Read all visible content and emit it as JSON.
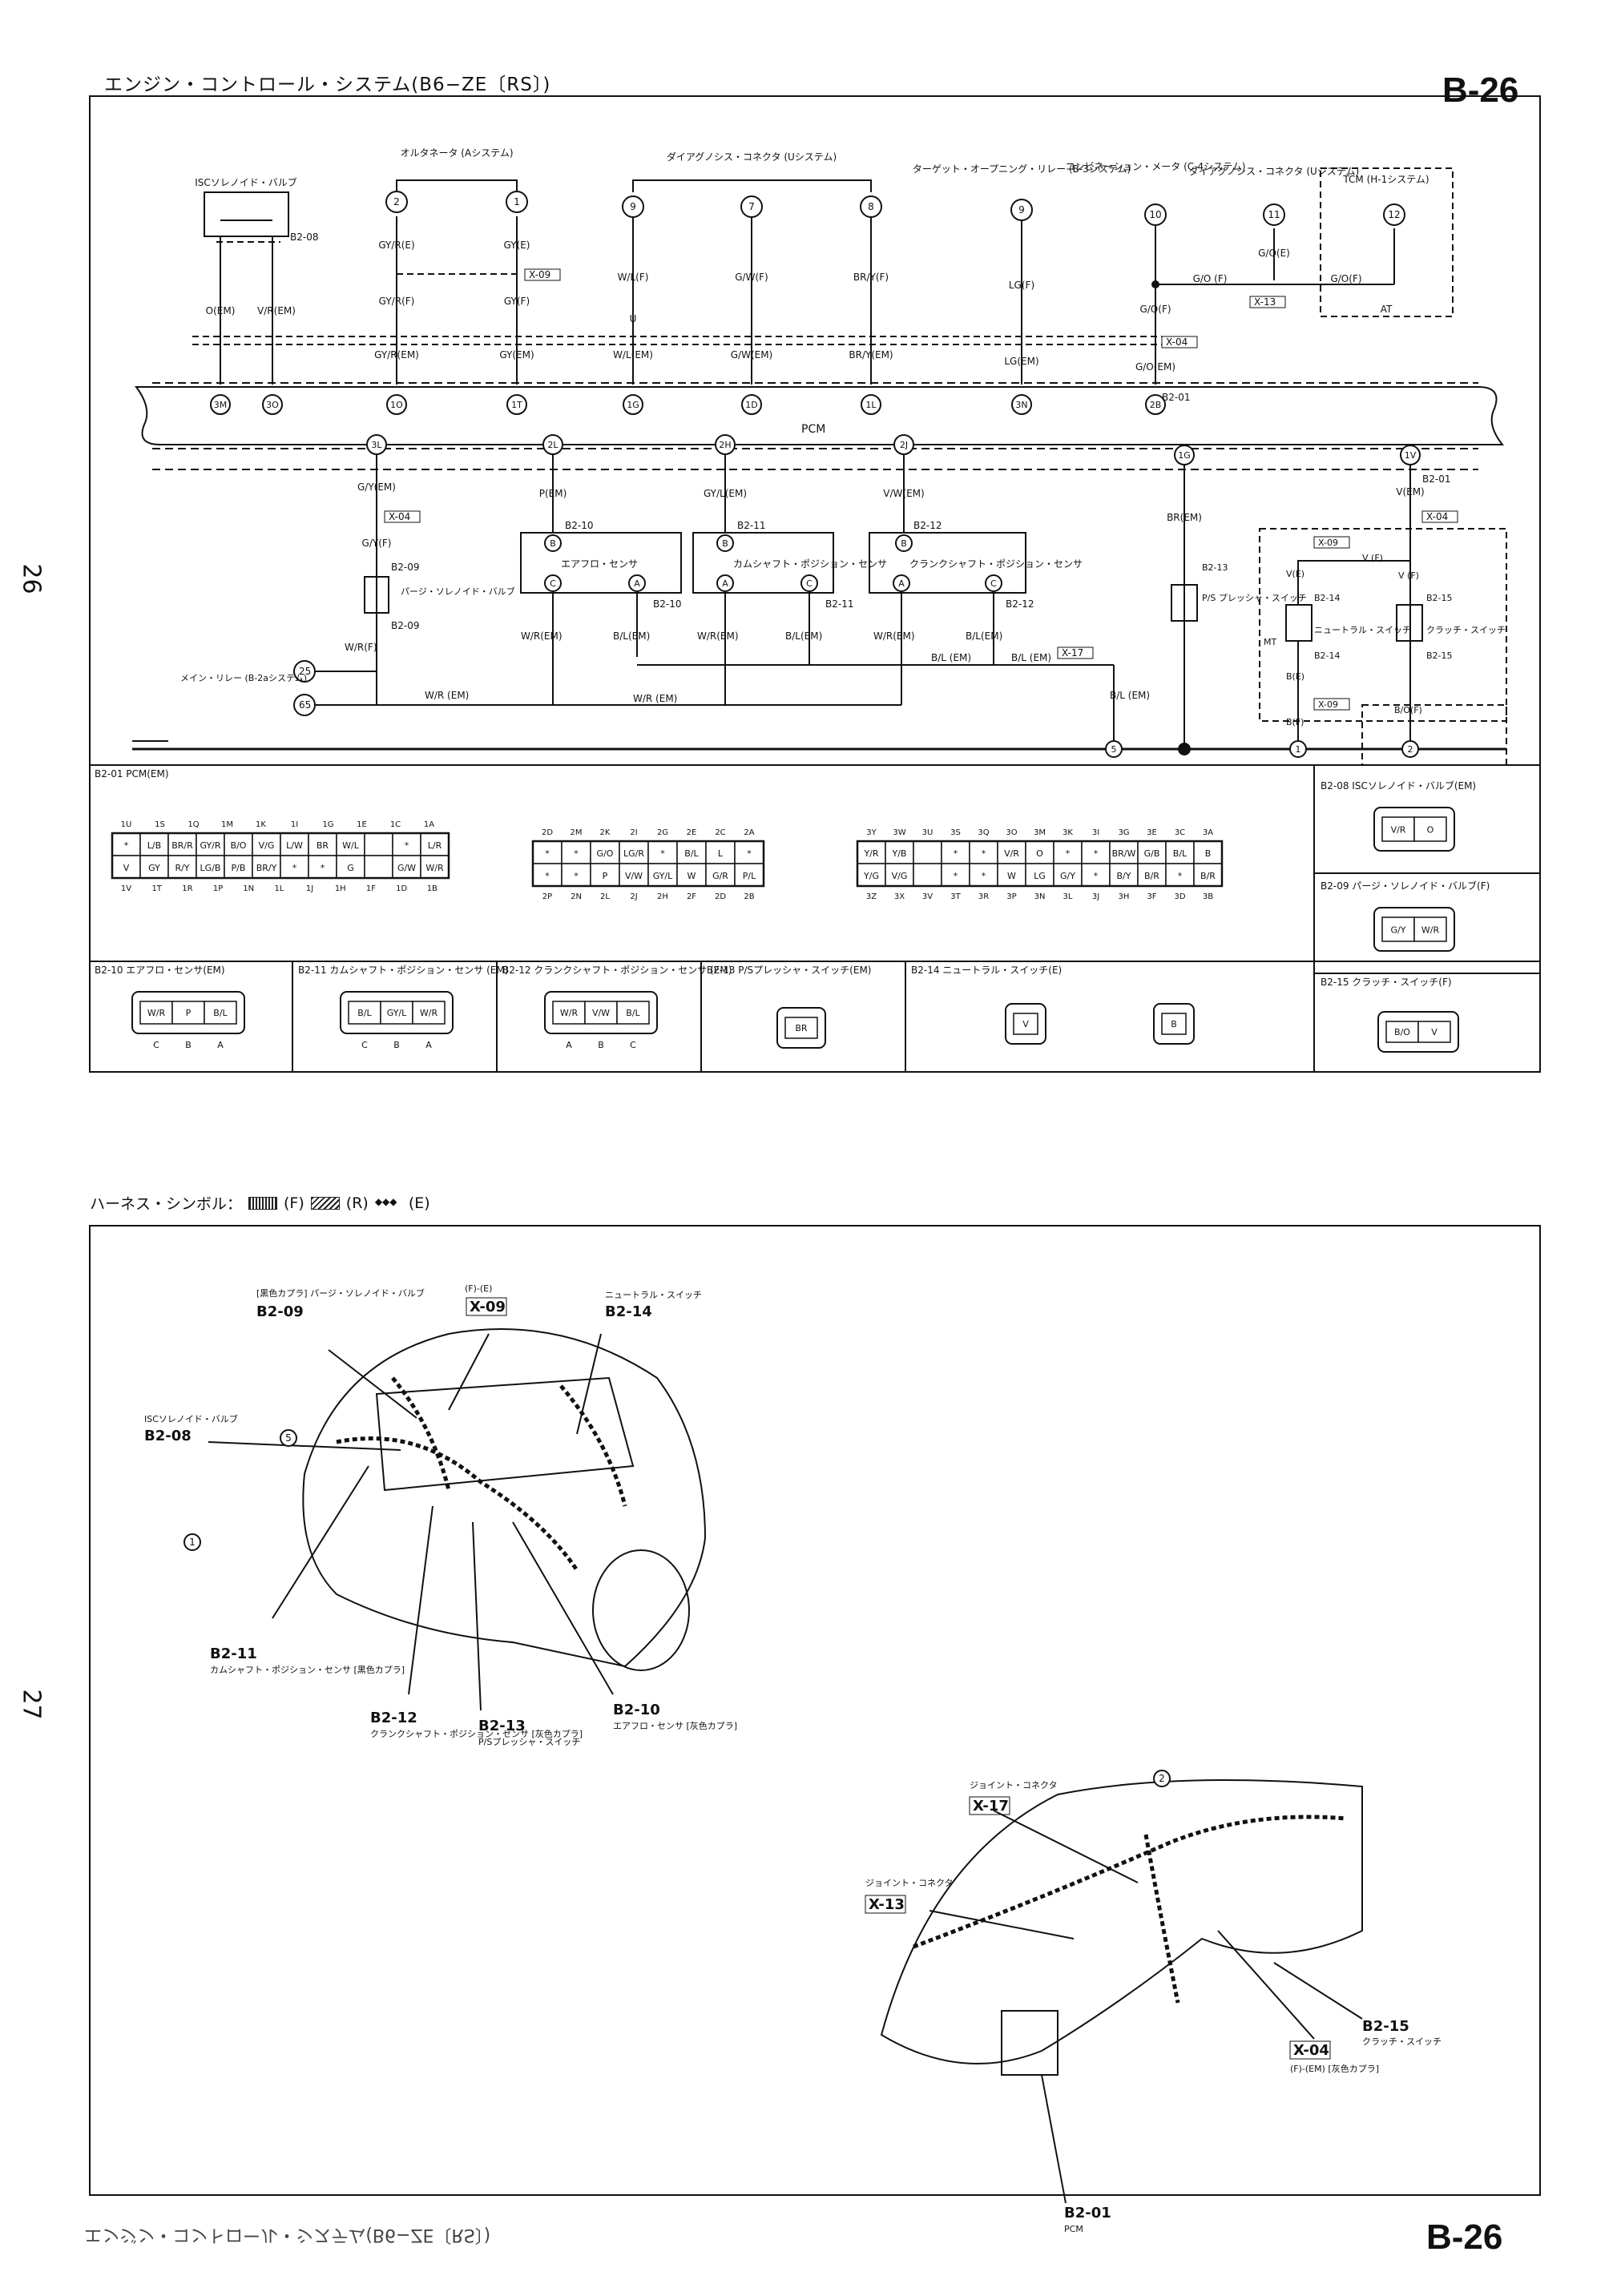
{
  "header": {
    "title": "エンジン・コントロール・システム(B6−ZE〔RS〕)",
    "page_id_top": "B-26",
    "page_id_bottom": "B-26",
    "page_num_top": "26",
    "page_num_bottom": "27",
    "mirrored_footer": "エンジン・コントロール・システム(B6−ZE〔RS〕)"
  },
  "schematic": {
    "pcm_label": "PCM",
    "top_components": [
      {
        "id": "isc",
        "name": "ISCソレノイド・バルブ",
        "connector": "B2-08"
      },
      {
        "id": "alt",
        "name": "オルタネータ (Aシステム)",
        "pins": [
          "2",
          "1"
        ]
      },
      {
        "id": "diag",
        "name": "ダイアグノシス・コネクタ (Uシステム)",
        "pins": [
          "9",
          "7",
          "8"
        ]
      },
      {
        "id": "target",
        "name": "ターゲット・オープニング・リレー (B-3システム)",
        "pins": [
          "9"
        ]
      },
      {
        "id": "combi",
        "name": "コンビネーション・メータ (C-4システム)",
        "pins": [
          "10"
        ]
      },
      {
        "id": "diag2",
        "name": "ダイアグノシス・コネクタ (Uシステム)",
        "pins": [
          "11"
        ]
      },
      {
        "id": "tcm",
        "name": "TCM (H-1システム)",
        "pins": [
          "12"
        ],
        "note": "AT"
      }
    ],
    "top_wires": [
      {
        "f": "",
        "em": "O(EM)",
        "pin": "3M"
      },
      {
        "f": "",
        "em": "V/R(EM)",
        "pin": "3O"
      },
      {
        "e": "GY/R(E)",
        "f": "GY/R(F)",
        "em": "GY/R(EM)",
        "pin": "1O"
      },
      {
        "e": "GY(E)",
        "f": "GY(F)",
        "em": "GY(EM)",
        "pin": "1T"
      },
      {
        "f": "W/L(F)",
        "em": "W/L(EM)",
        "pin": "1G"
      },
      {
        "f": "G/W(F)",
        "em": "G/W(EM)",
        "pin": "1D"
      },
      {
        "f": "BR/Y(F)",
        "em": "BR/Y(EM)",
        "pin": "1L"
      },
      {
        "f": "LG(F)",
        "em": "LG(EM)",
        "pin": "3N"
      },
      {
        "f": "G/O(F)",
        "em": "G/O(EM)",
        "pin": "2B"
      }
    ],
    "top_labels": {
      "isc_conn": "B2-08",
      "x09": "X-09",
      "x04": "X-04",
      "x13": "X-13",
      "b201": "B2-01",
      "u": "U",
      "go_f": "G/O (F)",
      "go_f2": "G/O(F)",
      "go_e": "G/O(E)",
      "at": "AT"
    },
    "bottom_wires": [
      {
        "pin": "3L",
        "em": "G/Y(EM)",
        "f": "G/Y(F)"
      },
      {
        "pin": "2L",
        "em": "P(EM)"
      },
      {
        "pin": "2H",
        "em": "GY/L(EM)"
      },
      {
        "pin": "2J",
        "em": "V/W(EM)"
      },
      {
        "pin": "1G",
        "em": "BR(EM)"
      },
      {
        "pin": "1V",
        "em": "V(EM)"
      }
    ],
    "sensors": [
      {
        "name": "エアフロ・センサ",
        "conn": "B2-10",
        "wires": [
          "W/R(EM)",
          "B/L(EM)"
        ]
      },
      {
        "name": "カムシャフト・ポジション・センサ",
        "conn": "B2-11",
        "wires": [
          "W/R(EM)",
          "B/L(EM)"
        ]
      },
      {
        "name": "クランクシャフト・ポジション・センサ",
        "conn": "B2-12",
        "wires": [
          "W/R(EM)",
          "B/L(EM)"
        ]
      }
    ],
    "purge": {
      "name": "パージ・ソレノイド・バルブ",
      "conn": "B2-09",
      "wire": "W/R(F)"
    },
    "main_relay": {
      "name": "メイン・リレー (B-2aシステム)",
      "pins": [
        "25",
        "65"
      ],
      "wires": [
        "W/R (EM)",
        "W/R (EM)"
      ]
    },
    "ps_switch": {
      "name": "P/S プレッシャ・スイッチ",
      "conn": "B2-13"
    },
    "neutral": {
      "name": "ニュートラル・スイッチ",
      "conn": "B2-14",
      "note": "MT"
    },
    "clutch": {
      "name": "クラッチ・スイッチ",
      "conn": "B2-15"
    },
    "misc": {
      "x17": "X-17",
      "bl_em": "B/L (EM)",
      "v_f": "V (F)",
      "v_e": "V(E)",
      "b_e": "B(E)",
      "b_f": "B(F)",
      "bo_f": "B/O(F)",
      "ground_pins": [
        "5",
        "1",
        "2"
      ],
      "pin_labels": [
        "A",
        "B",
        "C"
      ]
    }
  },
  "connectors": {
    "b201_label": "B2-01 PCM(EM)",
    "b201_block1": {
      "top_pins": [
        "1U",
        "1S",
        "1Q",
        "1M",
        "1K",
        "1I",
        "1G",
        "1E",
        "1C",
        "1A"
      ],
      "row1": [
        "*",
        "L/B",
        "BR/R",
        "GY/R",
        "B/O",
        "V/G",
        "L/W",
        "BR",
        "W/L",
        "",
        "*",
        "L/R"
      ],
      "row2": [
        "V",
        "GY",
        "R/Y",
        "LG/B",
        "P/B",
        "BR/Y",
        "*",
        "*",
        "G",
        "",
        "G/W",
        "W/R"
      ],
      "bottom_pins": [
        "1V",
        "1T",
        "1R",
        "1P",
        "1N",
        "1L",
        "1J",
        "1H",
        "1F",
        "1D",
        "1B"
      ]
    },
    "b201_block2": {
      "top_pins": [
        "2D",
        "2M",
        "2K",
        "2I",
        "2G",
        "2E",
        "2C",
        "2A"
      ],
      "row1": [
        "*",
        "*",
        "G/O",
        "LG/R",
        "*",
        "B/L",
        "L",
        "*"
      ],
      "row2": [
        "*",
        "*",
        "P",
        "V/W",
        "GY/L",
        "W",
        "G/R",
        "P/L"
      ],
      "bottom_pins": [
        "2P",
        "2N",
        "2L",
        "2J",
        "2H",
        "2F",
        "2D",
        "2B"
      ]
    },
    "b201_block3": {
      "top_pins": [
        "3Y",
        "3W",
        "3U",
        "3S",
        "3Q",
        "3O",
        "3M",
        "3K",
        "3I",
        "3G",
        "3E",
        "3C",
        "3A"
      ],
      "row1": [
        "Y/R",
        "Y/B",
        "",
        "*",
        "*",
        "V/R",
        "O",
        "*",
        "*",
        "BR/W",
        "G/B",
        "B/L",
        "B"
      ],
      "row2": [
        "Y/G",
        "V/G",
        "",
        "*",
        "*",
        "W",
        "LG",
        "G/Y",
        "*",
        "B/Y",
        "B/R",
        "*",
        "B/R"
      ],
      "bottom_pins": [
        "3Z",
        "3X",
        "3V",
        "3T",
        "3R",
        "3P",
        "3N",
        "3L",
        "3J",
        "3H",
        "3F",
        "3D",
        "3B"
      ]
    },
    "b208": {
      "label": "B2-08 ISCソレノイド・バルブ(EM)",
      "cells": [
        "V/R",
        "O"
      ]
    },
    "b209": {
      "label": "B2-09 パージ・ソレノイド・バルブ(F)",
      "cells": [
        "G/Y",
        "W/R"
      ]
    },
    "b210": {
      "label": "B2-10 エアフロ・センサ(EM)",
      "cells": [
        "W/R",
        "P",
        "B/L"
      ],
      "pins": [
        "C",
        "B",
        "A"
      ]
    },
    "b211": {
      "label": "B2-11 カムシャフト・ポジション・センサ (EM)",
      "cells": [
        "B/L",
        "GY/L",
        "W/R"
      ],
      "pins": [
        "C",
        "B",
        "A"
      ]
    },
    "b212": {
      "label": "B2-12 クランクシャフト・ポジション・センサ (EM)",
      "cells": [
        "W/R",
        "V/W",
        "B/L"
      ],
      "pins": [
        "A",
        "B",
        "C"
      ]
    },
    "b213": {
      "label": "B2-13 P/Sプレッシャ・スイッチ(EM)",
      "cells": [
        "BR"
      ]
    },
    "b214": {
      "label": "B2-14 ニュートラル・スイッチ(E)",
      "cells": [
        "V",
        "B"
      ]
    },
    "b215": {
      "label": "B2-15 クラッチ・スイッチ(F)",
      "cells": [
        "B/O",
        "V"
      ]
    }
  },
  "legend": {
    "label": "ハーネス・シンボル：",
    "f": "(F)",
    "r": "(R)",
    "e": "(E)"
  },
  "locator": {
    "callouts": [
      {
        "code": "B2-09",
        "name": "[黒色カプラ] パージ・ソレノイド・バルブ"
      },
      {
        "code": "X-09",
        "name": "(F)-(E)"
      },
      {
        "code": "B2-14",
        "name": "ニュートラル・スイッチ"
      },
      {
        "code": "B2-08",
        "name": "ISCソレノイド・バルブ"
      },
      {
        "code": "B2-11",
        "name": "カムシャフト・ポジション・センサ [黒色カプラ]"
      },
      {
        "code": "B2-12",
        "name": "クランクシャフト・ポジション・センサ [灰色カプラ]"
      },
      {
        "code": "B2-13",
        "name": "P/Sプレッシャ・スイッチ"
      },
      {
        "code": "B2-10",
        "name": "エアフロ・センサ [灰色カプラ]"
      },
      {
        "code": "X-17",
        "name": "ジョイント・コネクタ"
      },
      {
        "code": "X-13",
        "name": "ジョイント・コネクタ"
      },
      {
        "code": "X-04",
        "name": "(F)-(EM) [灰色カプラ]"
      },
      {
        "code": "B2-15",
        "name": "クラッチ・スイッチ"
      },
      {
        "code": "B2-01",
        "name": "PCM"
      }
    ],
    "ground_marks": [
      "5",
      "1",
      "2"
    ]
  }
}
